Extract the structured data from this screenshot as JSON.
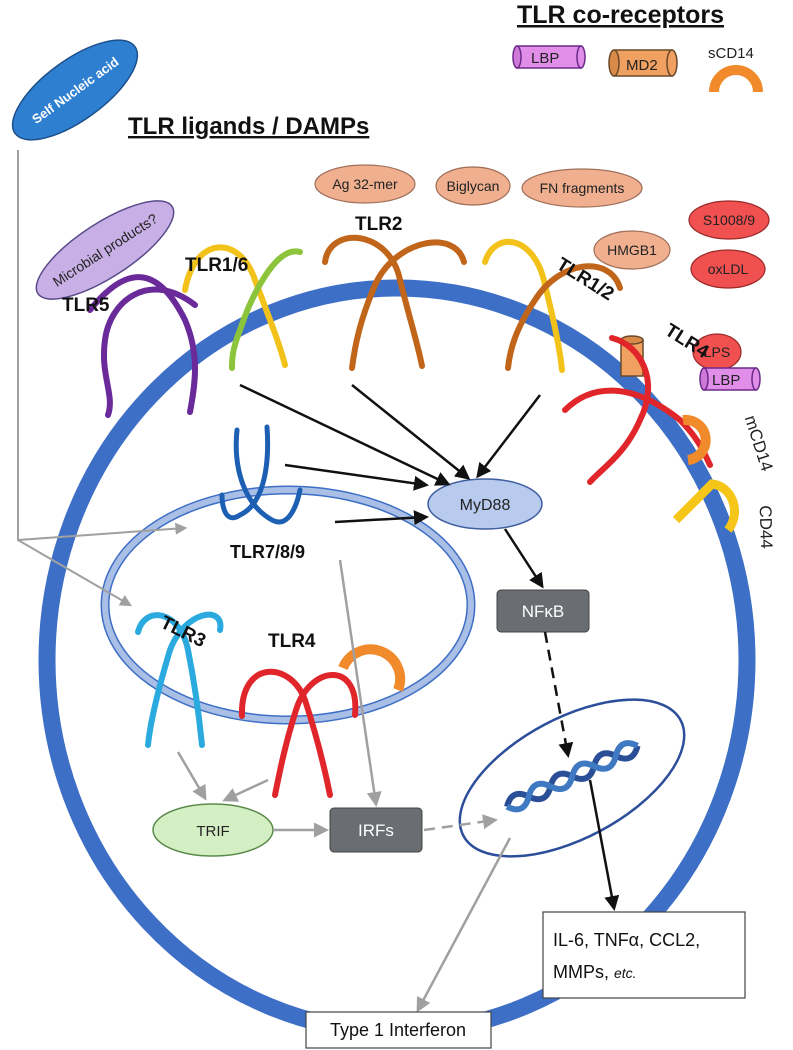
{
  "headers": {
    "coreceptors": "TLR co-receptors",
    "ligands": "TLR ligands / DAMPs"
  },
  "coreceptors": {
    "lbp": "LBP",
    "md2": "MD2",
    "scd14": "sCD14"
  },
  "ligands": {
    "self_nucleic_acid": "Self Nucleic acid",
    "microbial": "Microbial products?",
    "ag32": "Ag 32-mer",
    "biglycan": "Biglycan",
    "fn": "FN fragments",
    "hmgb1": "HMGB1",
    "s100": "S1008/9",
    "oxldl": "oxLDL",
    "lps": "LPS",
    "lbp": "LBP"
  },
  "receptors": {
    "tlr5": "TLR5",
    "tlr16": "TLR1/6",
    "tlr2": "TLR2",
    "tlr12": "TLR1/2",
    "tlr4_surface": "TLR4",
    "mcd14": "mCD14",
    "cd44": "CD44",
    "tlr789": "TLR7/8/9",
    "tlr3": "TLR3",
    "tlr4_endo": "TLR4"
  },
  "signaling": {
    "myd88": "MyD88",
    "nfkb": "NFκB",
    "trif": "TRIF",
    "irfs": "IRFs"
  },
  "outputs": {
    "cytokines_line1": "IL-6, TNFα, CCL2,",
    "cytokines_line2": "MMPs,",
    "cytokines_etc": "etc.",
    "interferon": "Type 1 Interferon"
  },
  "colors": {
    "cell_membrane": "#3e6fc6",
    "endosome": "#a9bfe6",
    "tlr5": "#6a2a9a",
    "tlr2": "#c0651a",
    "tlr1": "#f2c21a",
    "tlr6": "#8cc43c",
    "tlr4": "#e0262a",
    "tlr3": "#2aaadf",
    "tlr789": "#1d5fb3",
    "cd14": "#f08a2a",
    "cd44": "#f5c518",
    "ligand_salmon": "#f0b090",
    "ligand_red": "#f05050",
    "lbp": "#e08ee8",
    "md2": "#f0a060",
    "myd88": "#b8cbee",
    "trif": "#d4efc4",
    "box_gray": "#6a6d72",
    "arrow_black": "#111111",
    "arrow_gray": "#a0a0a0"
  }
}
